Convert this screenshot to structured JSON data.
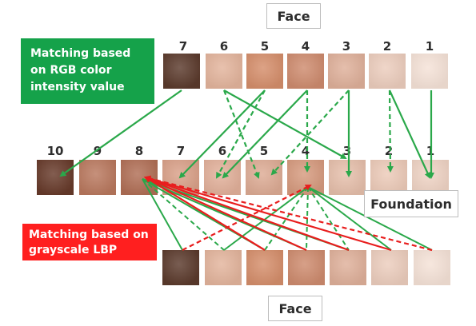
{
  "labels": {
    "face_top": "Face",
    "face_bottom": "Face",
    "foundation": "Foundation",
    "rgb_line1": "Matching based",
    "rgb_line2": "on RGB color",
    "rgb_line3": "intensity value",
    "lbp_line1": "Matching based on",
    "lbp_line2": "grayscale LBP"
  },
  "colors": {
    "rgb_box": "#15a24a",
    "lbp_box": "#ff1f1f",
    "green_arrow": "#2aa84a",
    "red_arrow": "#e81e1e"
  },
  "face_row_top": [
    {
      "num": "7",
      "color": "#5b3a2c"
    },
    {
      "num": "6",
      "color": "#e3b49c"
    },
    {
      "num": "5",
      "color": "#d58e6b"
    },
    {
      "num": "4",
      "color": "#ce8b6e"
    },
    {
      "num": "3",
      "color": "#dfb09a"
    },
    {
      "num": "2",
      "color": "#eccdbd"
    },
    {
      "num": "1",
      "color": "#f5e2d7"
    }
  ],
  "foundation_row": [
    {
      "num": "10",
      "color": "#673a2a"
    },
    {
      "num": "9",
      "color": "#b9785e"
    },
    {
      "num": "8",
      "color": "#b06e55"
    },
    {
      "num": "7",
      "color": "#d9a088"
    },
    {
      "num": "6",
      "color": "#e2b09a"
    },
    {
      "num": "5",
      "color": "#ddab94"
    },
    {
      "num": "4",
      "color": "#d69a7e"
    },
    {
      "num": "3",
      "color": "#e6bfab"
    },
    {
      "num": "2",
      "color": "#eccab8"
    },
    {
      "num": "1",
      "color": "#efd3c4"
    }
  ],
  "face_row_bottom": [
    {
      "color": "#5b3a2c"
    },
    {
      "color": "#e3b49c"
    },
    {
      "color": "#d58e6b"
    },
    {
      "color": "#ce8b6e"
    },
    {
      "color": "#dfb09a"
    },
    {
      "color": "#eccdbd"
    },
    {
      "color": "#f5e2d7"
    }
  ]
}
